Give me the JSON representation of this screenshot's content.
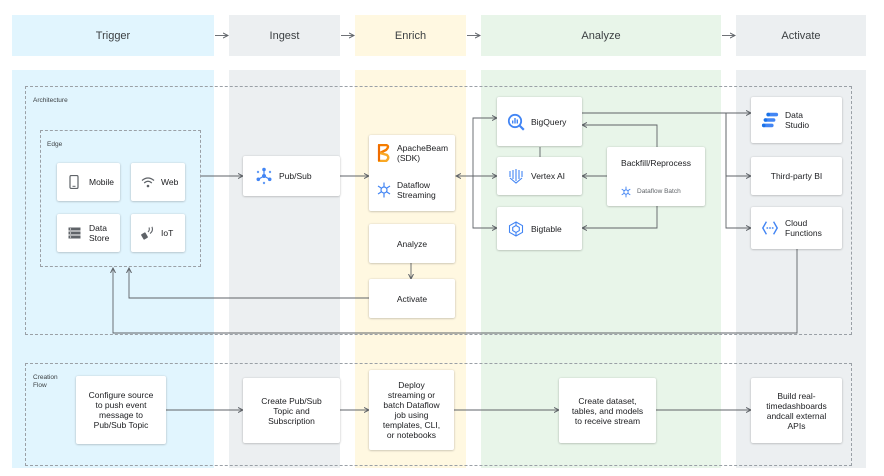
{
  "colors": {
    "trigger": "#e1f5fe",
    "ingest": "#eceff1",
    "enrich": "#fff8e1",
    "analyze": "#e8f5e9",
    "activate": "#eceff1",
    "line": "#5f6368",
    "google_blue": "#4285f4"
  },
  "stages": [
    "Trigger",
    "Ingest",
    "Enrich",
    "Analyze",
    "Activate"
  ],
  "architecture": {
    "label": "Architecture",
    "edge": {
      "label": "Edge",
      "items": [
        {
          "label": "Mobile",
          "icon": "mobile-icon"
        },
        {
          "label": "Web",
          "icon": "wifi-icon"
        },
        {
          "label": "Data\nStore",
          "icon": "data-store-icon"
        },
        {
          "label": "IoT",
          "icon": "iot-icon"
        }
      ]
    },
    "pubsub": {
      "label": "Pub/Sub",
      "icon": "pubsub-icon"
    },
    "apachebeam": {
      "label": "ApacheBeam\n(SDK)",
      "icon": "apache-beam-icon"
    },
    "dataflow": {
      "label": "Dataflow\nStreaming",
      "icon": "dataflow-icon"
    },
    "analyze_box": "Analyze",
    "activate_box": "Activate",
    "bigquery": {
      "label": "BigQuery",
      "icon": "bigquery-icon"
    },
    "vertexai": {
      "label": "Vertex AI",
      "icon": "vertex-ai-icon"
    },
    "bigtable": {
      "label": "Bigtable",
      "icon": "bigtable-icon"
    },
    "backfill": {
      "title": "Backfill/Reprocess",
      "sub": "Dataflow Batch",
      "icon": "dataflow-batch-icon"
    },
    "datastudio": {
      "label": "Data\nStudio",
      "icon": "data-studio-icon"
    },
    "thirdparty": {
      "label": "Third-party BI"
    },
    "cloudfunctions": {
      "label": "Cloud\nFunctions",
      "icon": "cloud-functions-icon"
    }
  },
  "creation": {
    "label": "Creation\nFlow",
    "steps": [
      "Configure source\nto push event\nmessage to\nPub/Sub Topic",
      "Create Pub/Sub\nTopic and\nSubscription",
      "Deploy\nstreaming or\nbatch Dataflow\njob using\ntemplates, CLI,\nor notebooks",
      "Create dataset,\ntables, and models\nto receive stream",
      "Build real-\ntimedashboards\nandcall external APIs"
    ]
  }
}
